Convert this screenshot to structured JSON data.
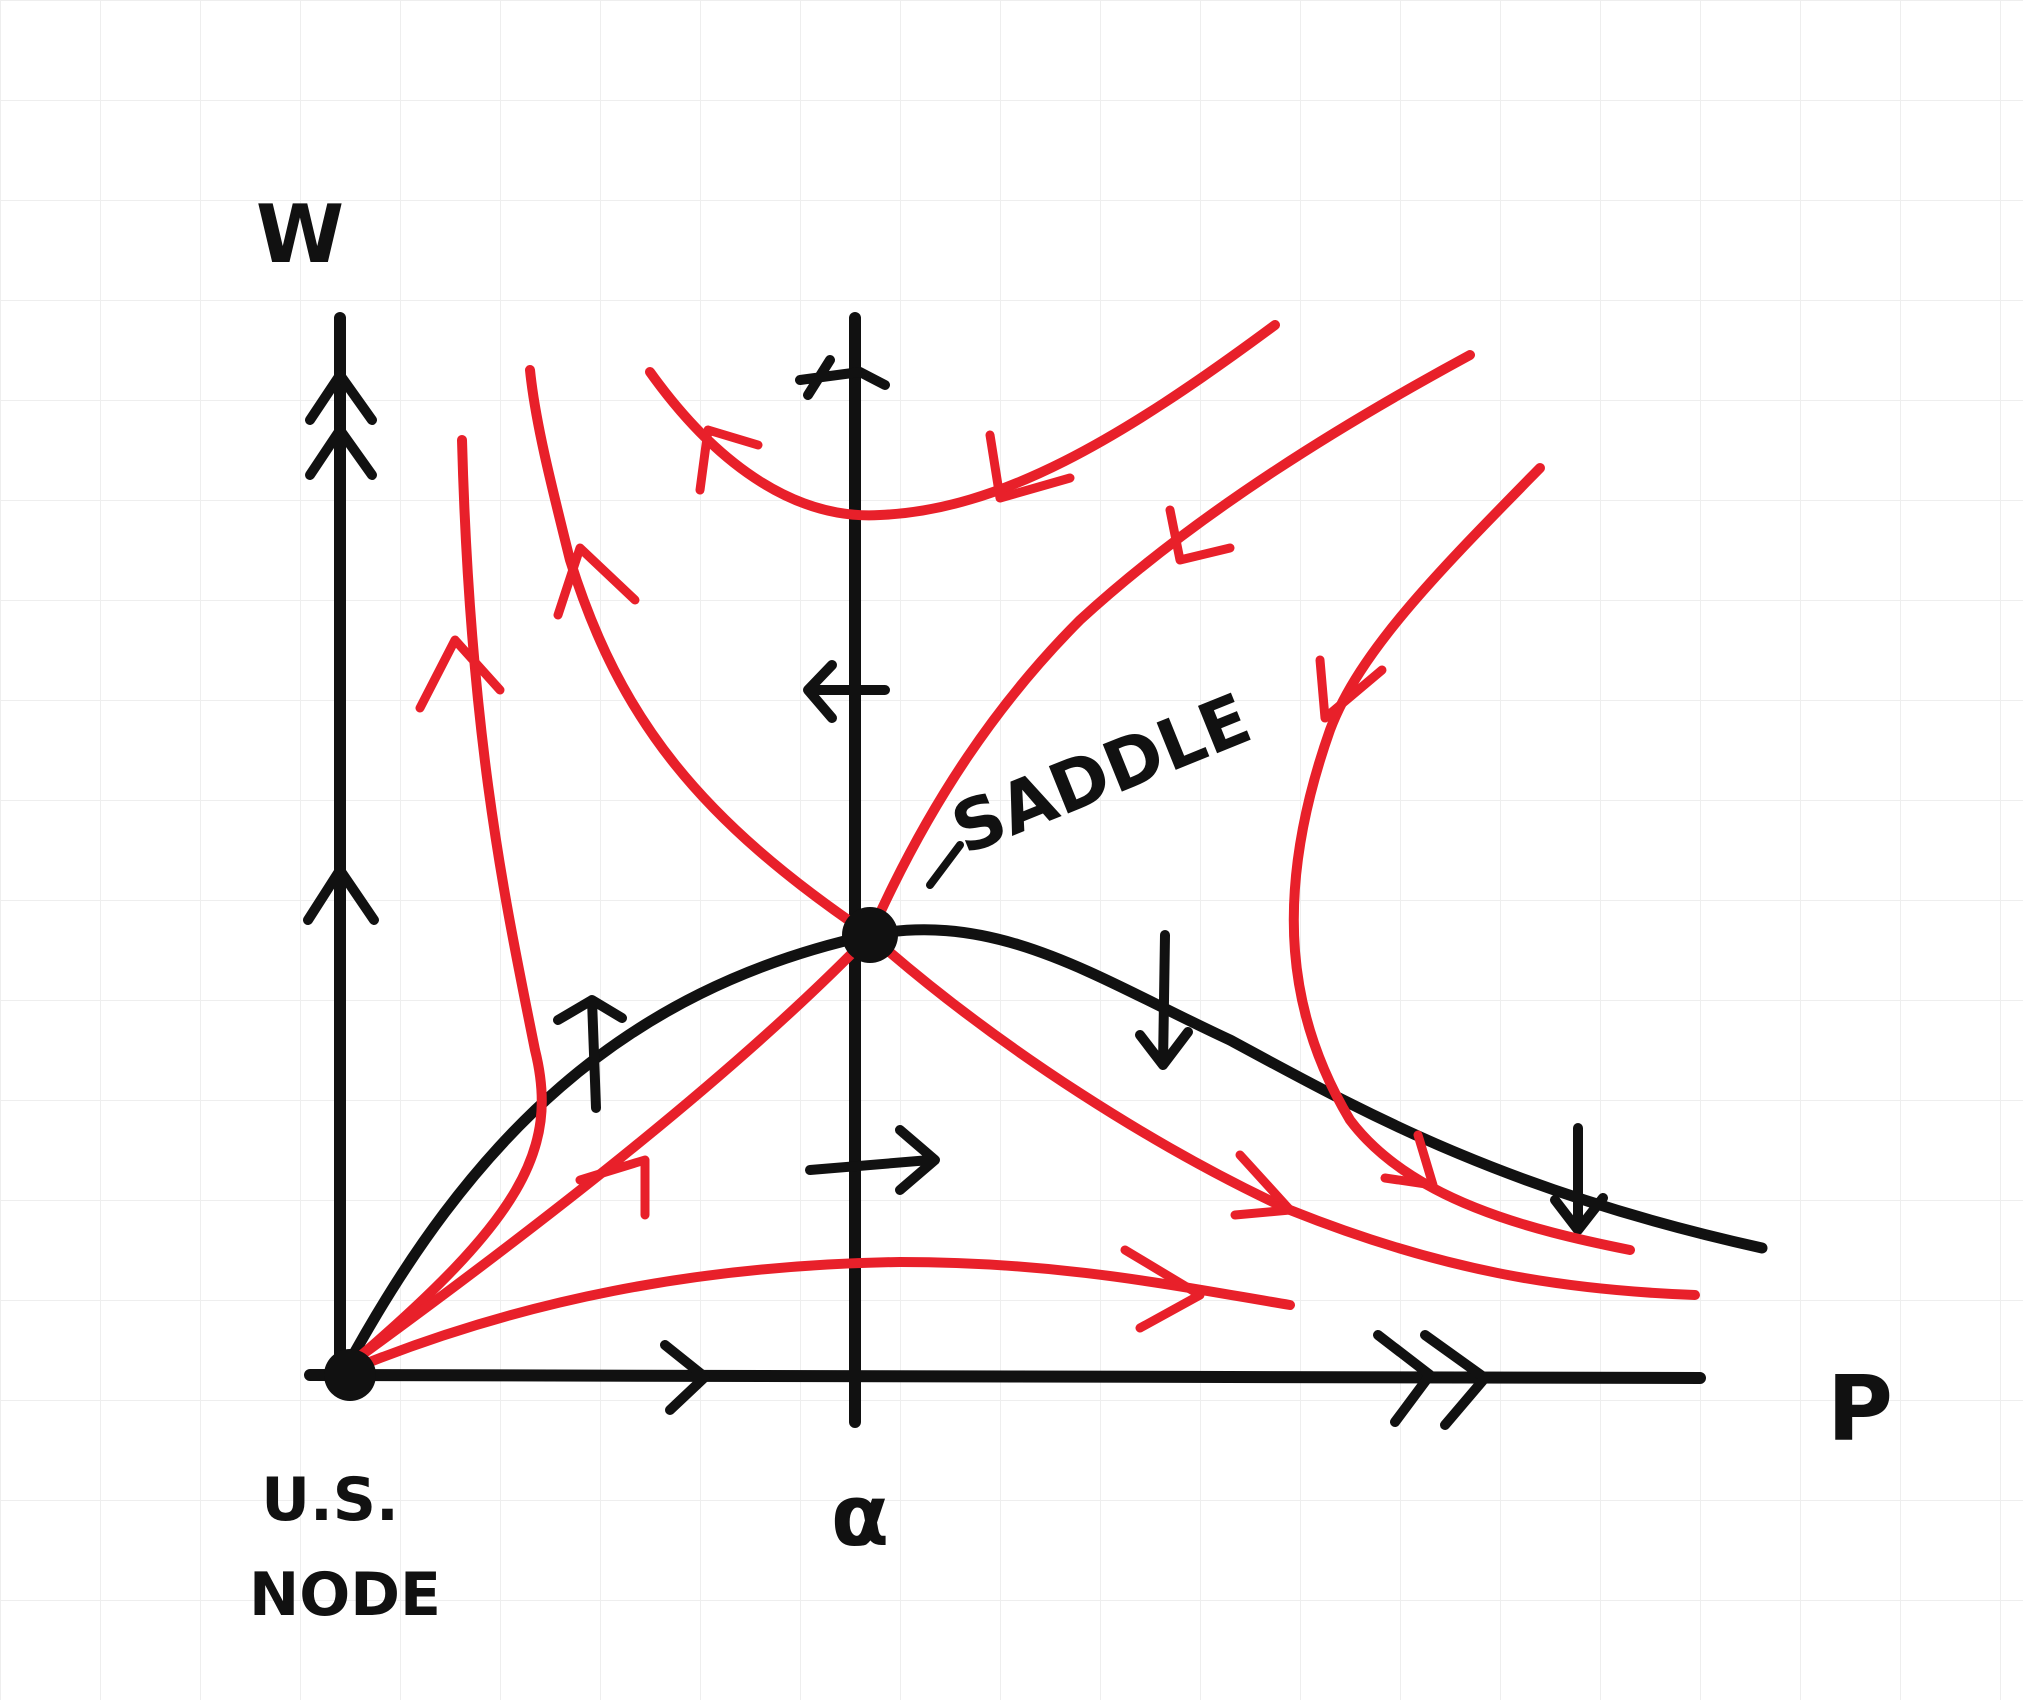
{
  "labels": {
    "y_axis": "W",
    "x_axis": "P",
    "x_tick": "α",
    "saddle": "SADDLE",
    "node_line1": "U.S.",
    "node_line2": "NODE"
  },
  "colors": {
    "ink": "#111111",
    "trajectory": "#e8202a",
    "grid": "#eeeeee",
    "paper": "#ffffff"
  }
}
